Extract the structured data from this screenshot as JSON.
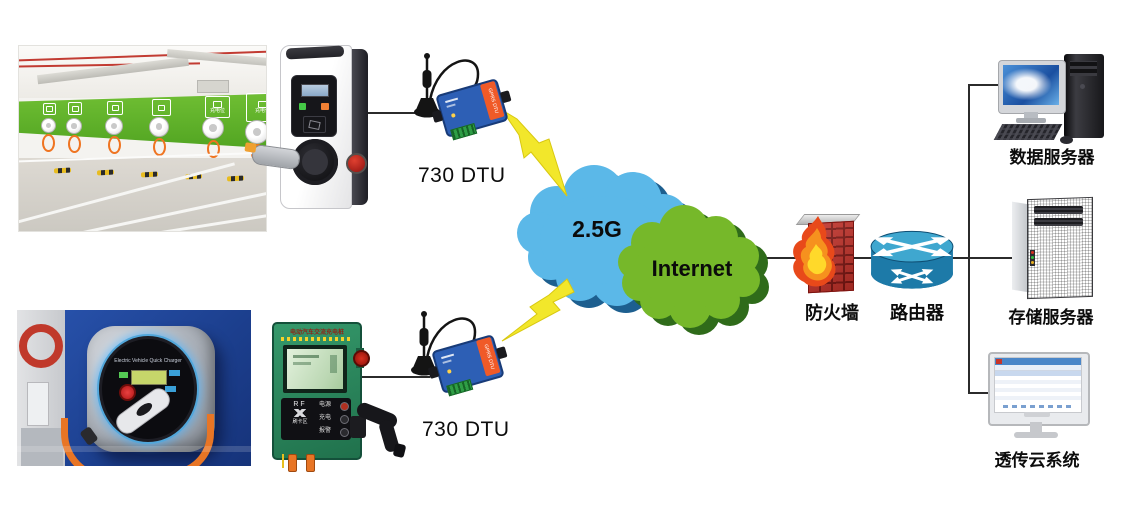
{
  "photos": {
    "garage": {
      "sign_text": "充电位"
    },
    "closeup": {
      "device_title": "Electric Vehicle Quick Charger"
    }
  },
  "chargers": {
    "wallbox_green": {
      "title": "电动汽车交流充电桩",
      "rf_label": "RF",
      "card_area_label": "刷卡区",
      "indicators": [
        "电源",
        "充电",
        "报警"
      ]
    }
  },
  "dtu": {
    "top_label": "730 DTU",
    "bottom_label": "730 DTU",
    "device_text": "GPRS DTU"
  },
  "network": {
    "cloud_cellular": "2.5G",
    "cloud_internet": "Internet",
    "firewall_label": "防火墙",
    "router_label": "路由器"
  },
  "servers": {
    "data_server_label": "数据服务器",
    "storage_server_label": "存储服务器",
    "cloud_system_label": "透传云系统"
  },
  "colors": {
    "cloud_cellular_fill": "#5bb8e8",
    "cloud_cellular_shadow": "#1d5f8f",
    "cloud_internet_fill": "#76b82a",
    "cloud_internet_shadow": "#2f6b1a",
    "lightning": "#f2e72b",
    "line": "#2b2b2b",
    "dtu_body": "#2d5fb5",
    "dtu_accent": "#f05a28",
    "charger_green": "#2a8a60",
    "firewall_brick": "#c03028",
    "router_blue": "#2285b5"
  }
}
